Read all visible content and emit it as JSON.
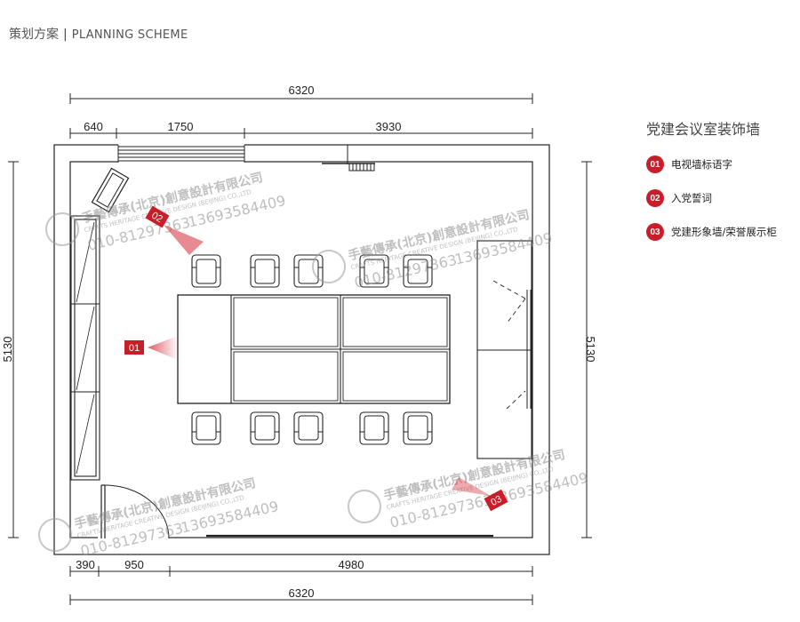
{
  "header": {
    "title_cn": "策划方案",
    "separator": "|",
    "title_en": "PLANNING SCHEME"
  },
  "dimensions": {
    "top_total": "6320",
    "top_seg_1": "640",
    "top_seg_2": "1750",
    "top_seg_3": "3930",
    "bottom_seg_1": "390",
    "bottom_seg_2": "950",
    "bottom_seg_3": "4980",
    "bottom_total": "6320",
    "left_height": "5130",
    "right_height": "5130"
  },
  "markers": {
    "m01": "01",
    "m02": "02",
    "m03": "03"
  },
  "legend": {
    "title": "党建会议室装饰墙",
    "items": [
      {
        "num": "01",
        "label": "电视墙标语字"
      },
      {
        "num": "02",
        "label": "入党誓词"
      },
      {
        "num": "03",
        "label": "党建形象墙/荣誉展示柜"
      }
    ]
  },
  "watermark": {
    "company_cn": "手藝傳承(北京)創意設計有限公司",
    "company_en": "CRAFTS HERITAGE CREATIVE DESIGN (BEIJING) CO.,LTD",
    "phone_1": "010-81297363",
    "phone_2": "13693584409"
  },
  "colors": {
    "accent": "#c81e2a",
    "line": "#222222"
  }
}
